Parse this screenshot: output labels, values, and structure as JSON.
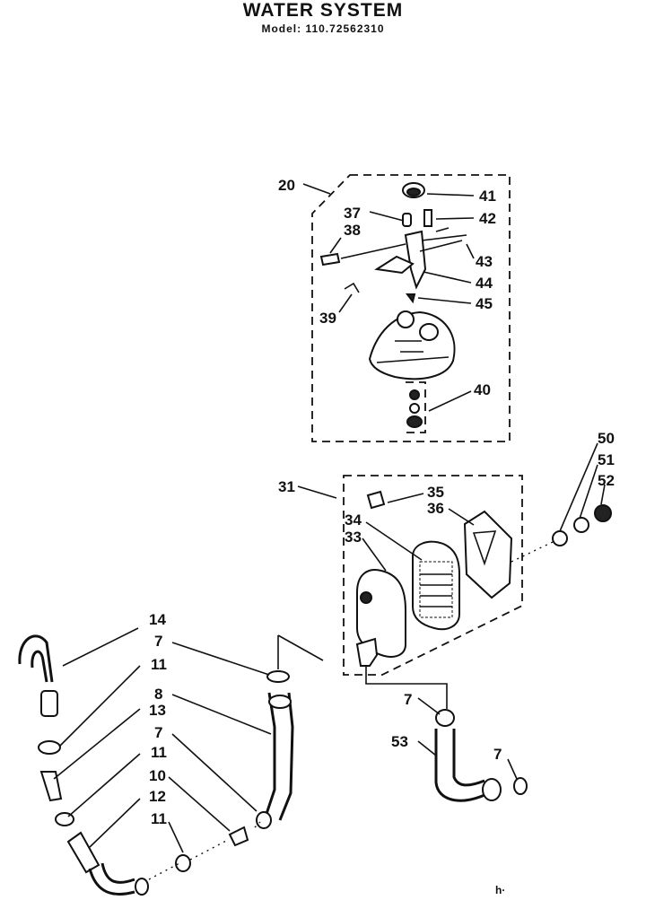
{
  "header": {
    "title": "WATER SYSTEM",
    "model": "Model: 110.72562310"
  },
  "footer_mark": "h·",
  "callouts": {
    "c20": "20",
    "c41": "41",
    "c37": "37",
    "c42": "42",
    "c38": "38",
    "c43": "43",
    "c44": "44",
    "c45": "45",
    "c39": "39",
    "c40": "40",
    "c31": "31",
    "c35": "35",
    "c34": "34",
    "c33": "33",
    "c36": "36",
    "c50": "50",
    "c51": "51",
    "c52": "52",
    "c14": "14",
    "c7a": "7",
    "c11a": "11",
    "c8": "8",
    "c13": "13",
    "c7b": "7",
    "c11b": "11",
    "c10": "10",
    "c12": "12",
    "c11c": "11",
    "c7c": "7",
    "c53": "53",
    "c7d": "7"
  }
}
